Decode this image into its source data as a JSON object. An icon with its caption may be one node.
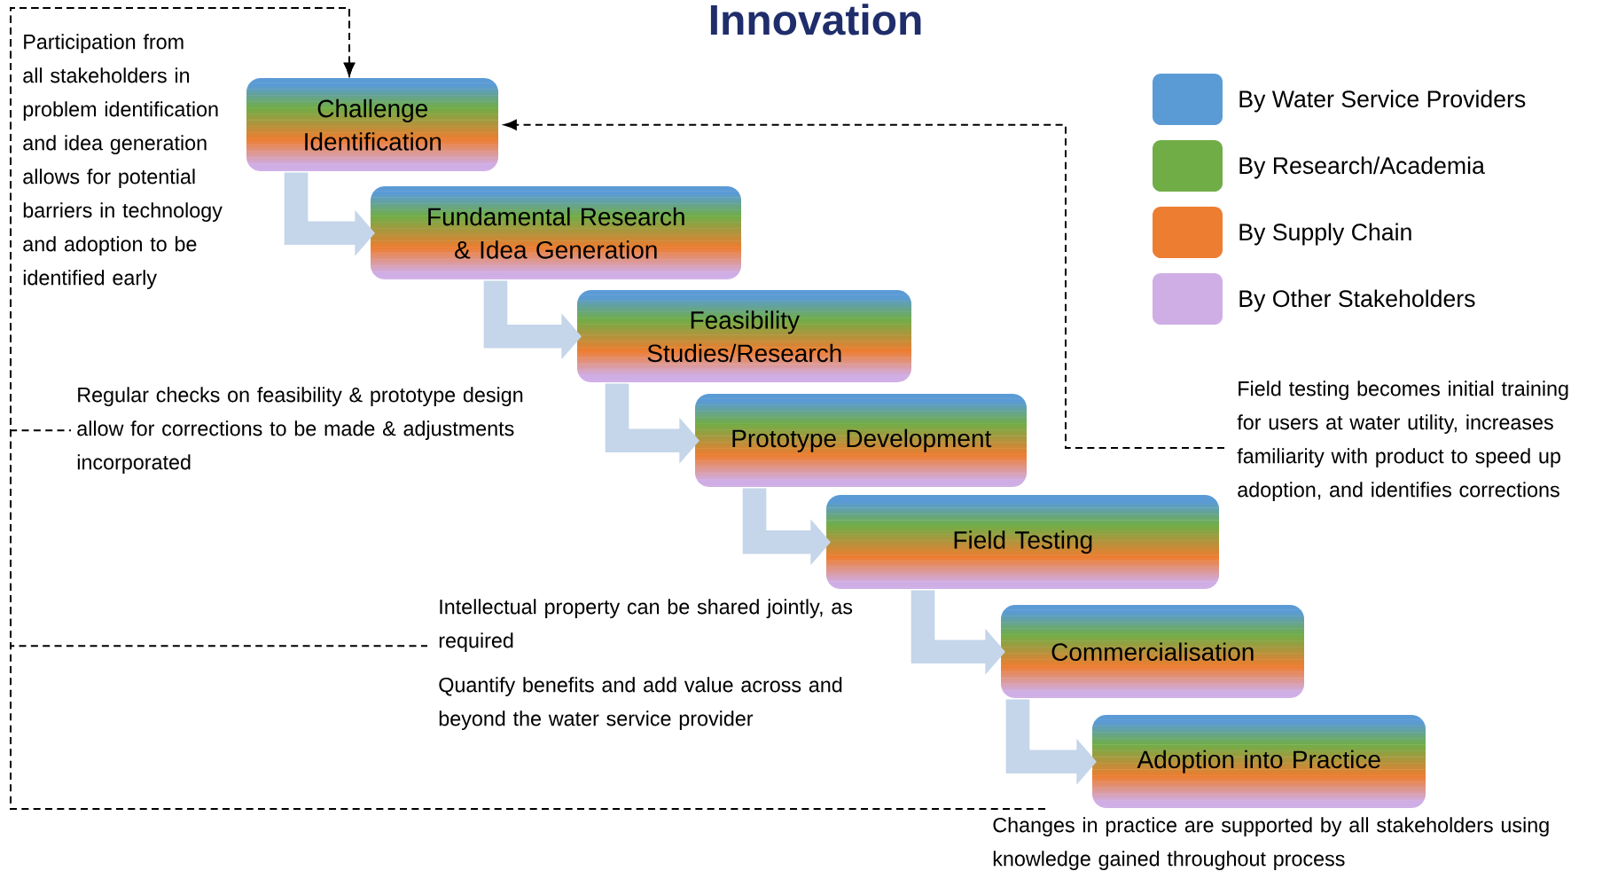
{
  "diagram": {
    "title": "Innovation",
    "nodes": [
      {
        "text": [
          "Challenge Identification"
        ]
      },
      {
        "text": [
          "Fundamental Research & Idea Generation"
        ]
      },
      {
        "text": [
          "Feasibility Studies/Research"
        ]
      },
      {
        "text": [
          "Prototype Development"
        ]
      },
      {
        "text": [
          "Field Testing"
        ]
      },
      {
        "text": [
          "Commercialisation"
        ]
      },
      {
        "text": [
          "Adoption into Practice"
        ]
      },
      {
        "text": [
          "Participation from all stakeholders in problem identification and idea generation allows for potential barriers in technology and adoption to be identified early"
        ]
      },
      {
        "text": [
          "Regular checks on feasibility & prototype design allow for corrections to be made & adjustments incorporated"
        ]
      },
      {
        "text": [
          "Field testing becomes initial training for users at water utility, increases familiarity with product to speed up adoption, and identifies corrections"
        ]
      },
      {
        "text": [
          "Intellectual property can be shared jointly, as required"
        ]
      },
      {
        "text": [
          "Quantify benefits and add value across and beyond the water service provider"
        ]
      },
      {
        "text": [
          "Changes in practice are supported by all stakeholders using knowledge gained throughout process"
        ]
      }
    ],
    "edges": [
      {
        "from": 0,
        "to": 1,
        "arrow": "to"
      },
      {
        "from": 1,
        "to": 2,
        "arrow": "to"
      },
      {
        "from": 2,
        "to": 3,
        "arrow": "to"
      },
      {
        "from": 3,
        "to": 4,
        "arrow": "to"
      },
      {
        "from": 4,
        "to": 5,
        "arrow": "to"
      },
      {
        "from": 5,
        "to": 6,
        "arrow": "to"
      },
      {
        "from": 8,
        "to": 0,
        "arrow": "to",
        "style": "dashed",
        "color": "#000000"
      },
      {
        "from": 10,
        "to": 0,
        "arrow": "to",
        "style": "dashed",
        "color": "#000000"
      },
      {
        "from": 12,
        "to": 0,
        "arrow": "to",
        "style": "dashed",
        "color": "#000000"
      },
      {
        "from": 9,
        "to": 0,
        "arrow": "to",
        "style": "dashed",
        "color": "#000000"
      }
    ],
    "legend": [
      {
        "text": "By Water Service Providers",
        "color": "#5b9bd5"
      },
      {
        "text": "By Research/Academia",
        "color": "#70ad47"
      },
      {
        "text": "By Supply Chain",
        "color": "#ed7d31"
      },
      {
        "text": "By Other Stakeholders",
        "color": "#cfaee6"
      }
    ]
  }
}
